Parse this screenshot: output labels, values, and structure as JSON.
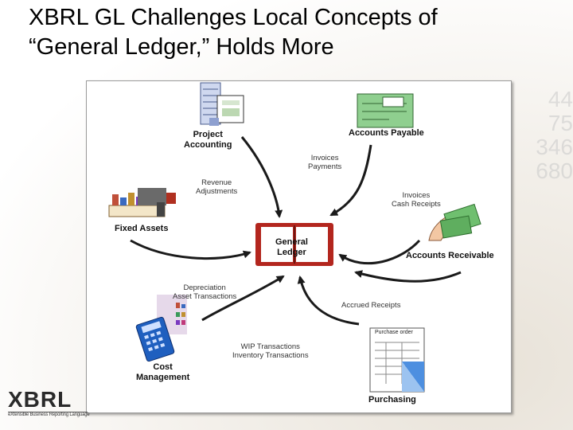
{
  "title": {
    "line1": "XBRL GL Challenges Local Concepts of",
    "line2": "“General Ledger,” Holds More"
  },
  "diagram": {
    "center": {
      "line1": "General",
      "line2": "Ledger"
    },
    "nodes": {
      "project_accounting": {
        "line1": "Project",
        "line2": "Accounting"
      },
      "accounts_payable": "Accounts Payable",
      "fixed_assets": "Fixed Assets",
      "accounts_receivable": "Accounts Receivable",
      "cost_management": {
        "line1": "Cost",
        "line2": "Management"
      },
      "purchasing": "Purchasing"
    },
    "flows": {
      "revenue_adjustments": {
        "line1": "Revenue",
        "line2": "Adjustments"
      },
      "invoices_payments": {
        "line1": "Invoices",
        "line2": "Payments"
      },
      "invoices_cash_receipts": {
        "line1": "Invoices",
        "line2": "Cash Receipts"
      },
      "depreciation": {
        "line1": "Depreciation",
        "line2": "Asset Transactions"
      },
      "accrued_receipts": "Accrued Receipts",
      "wip": {
        "line1": "WIP Transactions",
        "line2": "Inventory Transactions"
      }
    },
    "purchase_order_label": "Purchase order"
  },
  "logo": {
    "word": "XBRL",
    "tagline": "eXtensible Business Reporting Language"
  },
  "background_numbers": [
    "44",
    "75",
    "346",
    "680"
  ],
  "colors": {
    "ledger_red": "#b3261e",
    "arrow": "#1a1a1a",
    "check_green": "#7fbf7f",
    "calculator_blue": "#1f5fbf",
    "folded_corner_blue": "#4d8fe0"
  }
}
